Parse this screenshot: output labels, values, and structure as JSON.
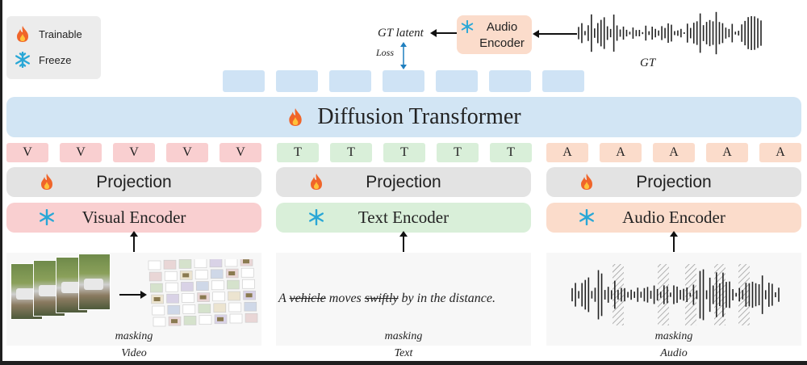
{
  "legend": {
    "trainable_label": "Trainable",
    "freeze_label": "Freeze"
  },
  "top": {
    "audio_encoder_line1": "Audio",
    "audio_encoder_line2": "Encoder",
    "gt_latent_label": "GT latent",
    "loss_label": "Loss",
    "gt_label": "GT"
  },
  "diffusion": {
    "label": "Diffusion Transformer"
  },
  "visual": {
    "token": "V",
    "projection_label": "Projection",
    "encoder_label": "Visual Encoder",
    "masking_label": "masking",
    "modality_label": "Video"
  },
  "text": {
    "token": "T",
    "projection_label": "Projection",
    "encoder_label": "Text Encoder",
    "masking_label": "masking",
    "modality_label": "Text",
    "sentence": {
      "w1": "A",
      "w2": "vehicle",
      "w3": "moves",
      "w4": "swiftly",
      "w5": "by in the distance."
    }
  },
  "audio": {
    "token": "A",
    "projection_label": "Projection",
    "encoder_label": "Audio Encoder",
    "masking_label": "masking",
    "modality_label": "Audio"
  },
  "colors": {
    "trainable": "#f0652a",
    "freeze": "#29a7d6",
    "visual": "#f9cfd0",
    "text": "#d9efd9",
    "audio": "#fbdccb",
    "diffusion": "#d2e5f4",
    "projection": "#e3e3e3"
  }
}
